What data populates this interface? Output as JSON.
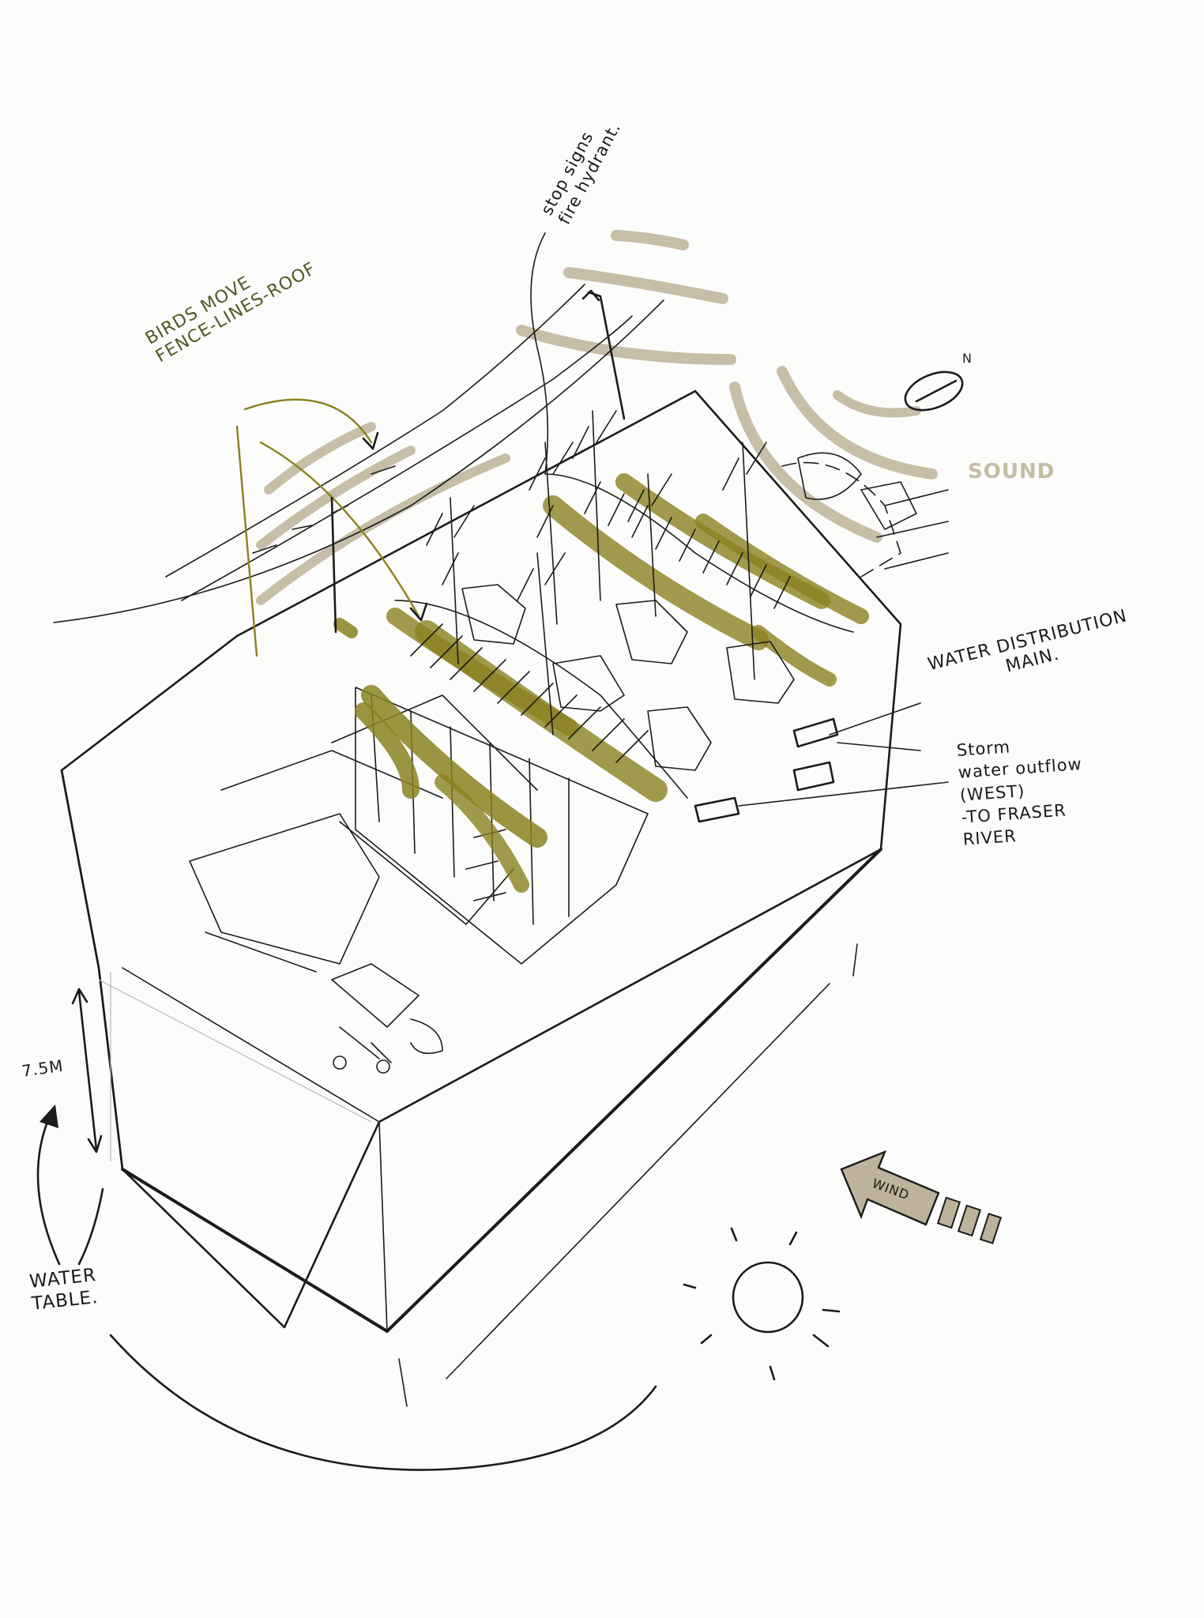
{
  "labels": {
    "birds": "BIRDS MOVE\nFENCE-LINES-ROOF",
    "stop_sign": "stop signs\nfire hydrant.",
    "north": "N",
    "sound": "SOUND",
    "water_main": "WATER DISTRIBUTION\nMAIN.",
    "storm_water": "Storm\nwater outflow\n(WEST)\n-TO FRASER\nRIVER",
    "depth": "7.5M",
    "water_table": "WATER\nTABLE.",
    "wind": "WIND"
  },
  "colors": {
    "ink": "#1b1b1b",
    "olive_marker": "#8a8120",
    "green_text": "#4c5a23",
    "sand_marker": "#c7bea8",
    "wind_arrow": "#bdb39b",
    "paper": "#fcfcfa"
  },
  "icons": [
    "north-arrow-icon",
    "sun-icon",
    "wind-arrow-icon",
    "sound-waves-icon"
  ]
}
